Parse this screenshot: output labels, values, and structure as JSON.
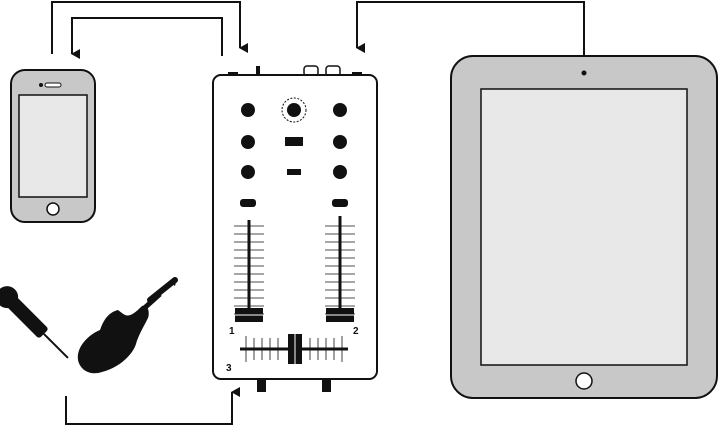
{
  "channel_labels": {
    "ch1": "1",
    "ch2": "2",
    "crossfader": "3"
  }
}
